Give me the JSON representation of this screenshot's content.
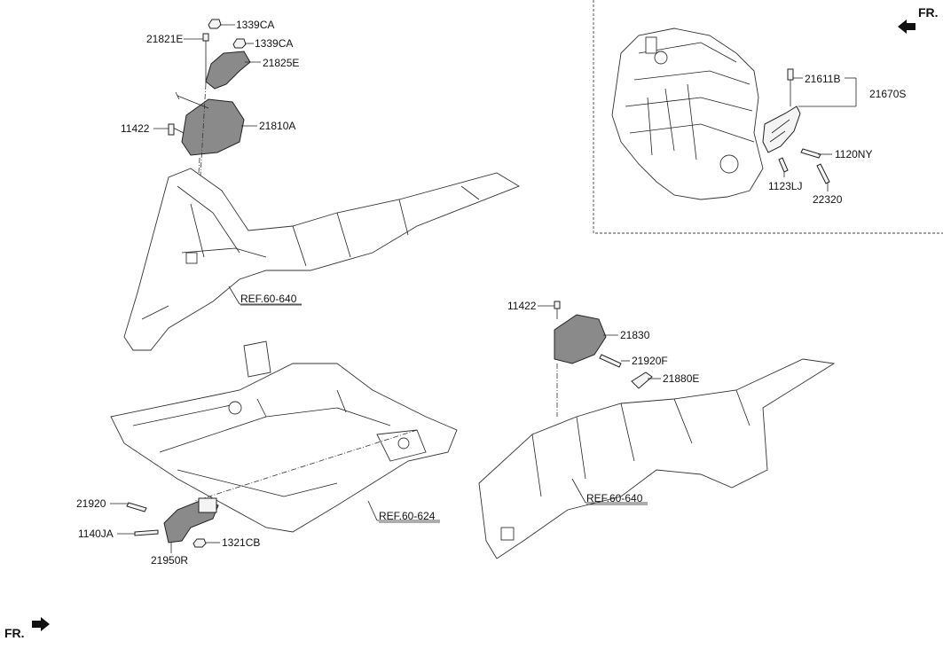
{
  "labels": {
    "p1339ca_a": "1339CA",
    "p21821e": "21821E",
    "p1339ca_b": "1339CA",
    "p21825e": "21825E",
    "p11422_a": "11422",
    "p21810a": "21810A",
    "ref_a": "REF.60-640",
    "p21611b": "21611B",
    "p21670s": "21670S",
    "p1120ny": "1120NY",
    "p1123lj": "1123LJ",
    "p22320": "22320",
    "p11422_b": "11422",
    "p21830": "21830",
    "p21920f": "21920F",
    "p21880e": "21880E",
    "ref_b": "REF.60-640",
    "p21920": "21920",
    "p1140ja": "1140JA",
    "p1321cb": "1321CB",
    "p21950r": "21950R",
    "ref_c": "REF.60-624",
    "fr_top": "FR.",
    "fr_bottom": "FR."
  },
  "icons": {
    "fr_arrow": "direction-arrow-icon"
  }
}
